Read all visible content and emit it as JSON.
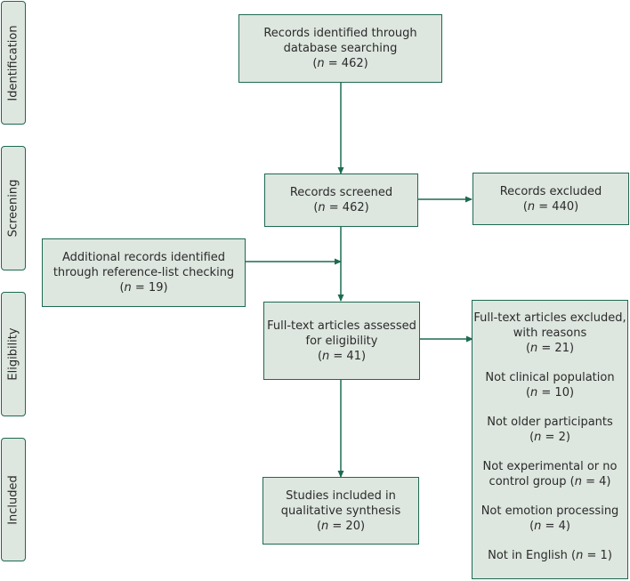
{
  "phases": {
    "identification": "Identification",
    "screening": "Screening",
    "eligibility": "Eligibility",
    "included": "Included"
  },
  "boxes": {
    "identified": {
      "line1": "Records identified through",
      "line2": "database searching",
      "n_prefix": "(",
      "n_var": "n",
      "n_suffix": " = 462)"
    },
    "screened": {
      "line1": "Records screened",
      "n_prefix": "(",
      "n_var": "n",
      "n_suffix": " = 462)"
    },
    "excluded": {
      "line1": "Records excluded",
      "n_prefix": "(",
      "n_var": "n",
      "n_suffix": " = 440)"
    },
    "additional": {
      "line1": "Additional records identified",
      "line2": "through reference-list checking",
      "n_prefix": "(",
      "n_var": "n",
      "n_suffix": " = 19)"
    },
    "fulltext": {
      "line1": "Full-text articles assessed",
      "line2": "for eligibility",
      "n_prefix": "(",
      "n_var": "n",
      "n_suffix": " = 41)"
    },
    "included": {
      "line1": "Studies included in",
      "line2": "qualitative synthesis",
      "n_prefix": "(",
      "n_var": "n",
      "n_suffix": " = 20)"
    }
  },
  "exclusions": {
    "title1": "Full-text articles excluded,",
    "title2": "with reasons",
    "total_prefix": "(",
    "total_var": "n",
    "total_suffix": " = 21)",
    "reasons": [
      {
        "line1": "Not clinical population",
        "n_prefix": "(",
        "n_var": "n",
        "n_suffix": " = 10)"
      },
      {
        "line1": "Not older participants",
        "n_prefix": "(",
        "n_var": "n",
        "n_suffix": " = 2)"
      },
      {
        "line1": "Not experimental or no",
        "line2_text": "control group (",
        "n_var": "n",
        "n_suffix": " = 4)"
      },
      {
        "line1": "Not emotion processing",
        "n_prefix": "(",
        "n_var": "n",
        "n_suffix": " = 4)"
      },
      {
        "line1_text": "Not in English (",
        "n_var": "n",
        "n_suffix": " = 1)"
      }
    ]
  }
}
